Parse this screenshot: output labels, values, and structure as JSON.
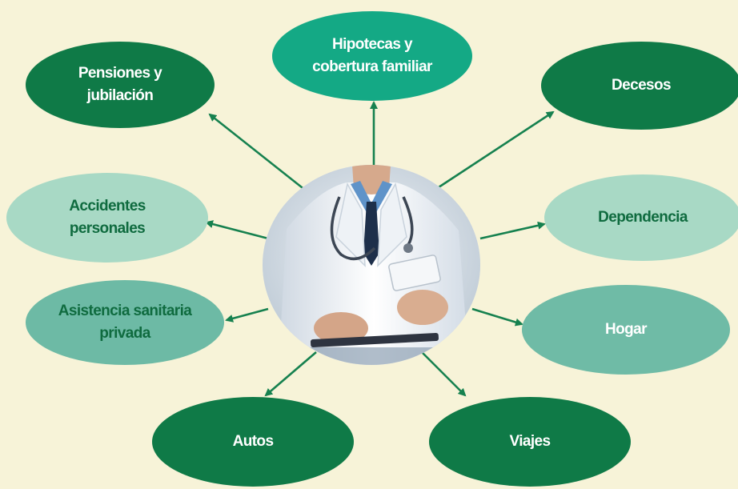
{
  "nodes": {
    "pensiones": "Pensiones y\njubilación",
    "hipotecas": "Hipotecas y\ncobertura familiar",
    "decesos": "Decesos",
    "accidentes": "Accidentes\npersonales",
    "dependencia": "Dependencia",
    "asistencia": "Asistencia sanitaria\nprivada",
    "hogar": "Hogar",
    "autos": "Autos",
    "viajes": "Viajes"
  },
  "center_image": "doctor-photo",
  "colors": {
    "background": "#f7f3d8",
    "dark_green": "#0f7a47",
    "teal_green": "#14a985",
    "light_green": "#a8d9c5",
    "mid_green": "#6fbba6",
    "arrow": "#16814f"
  }
}
